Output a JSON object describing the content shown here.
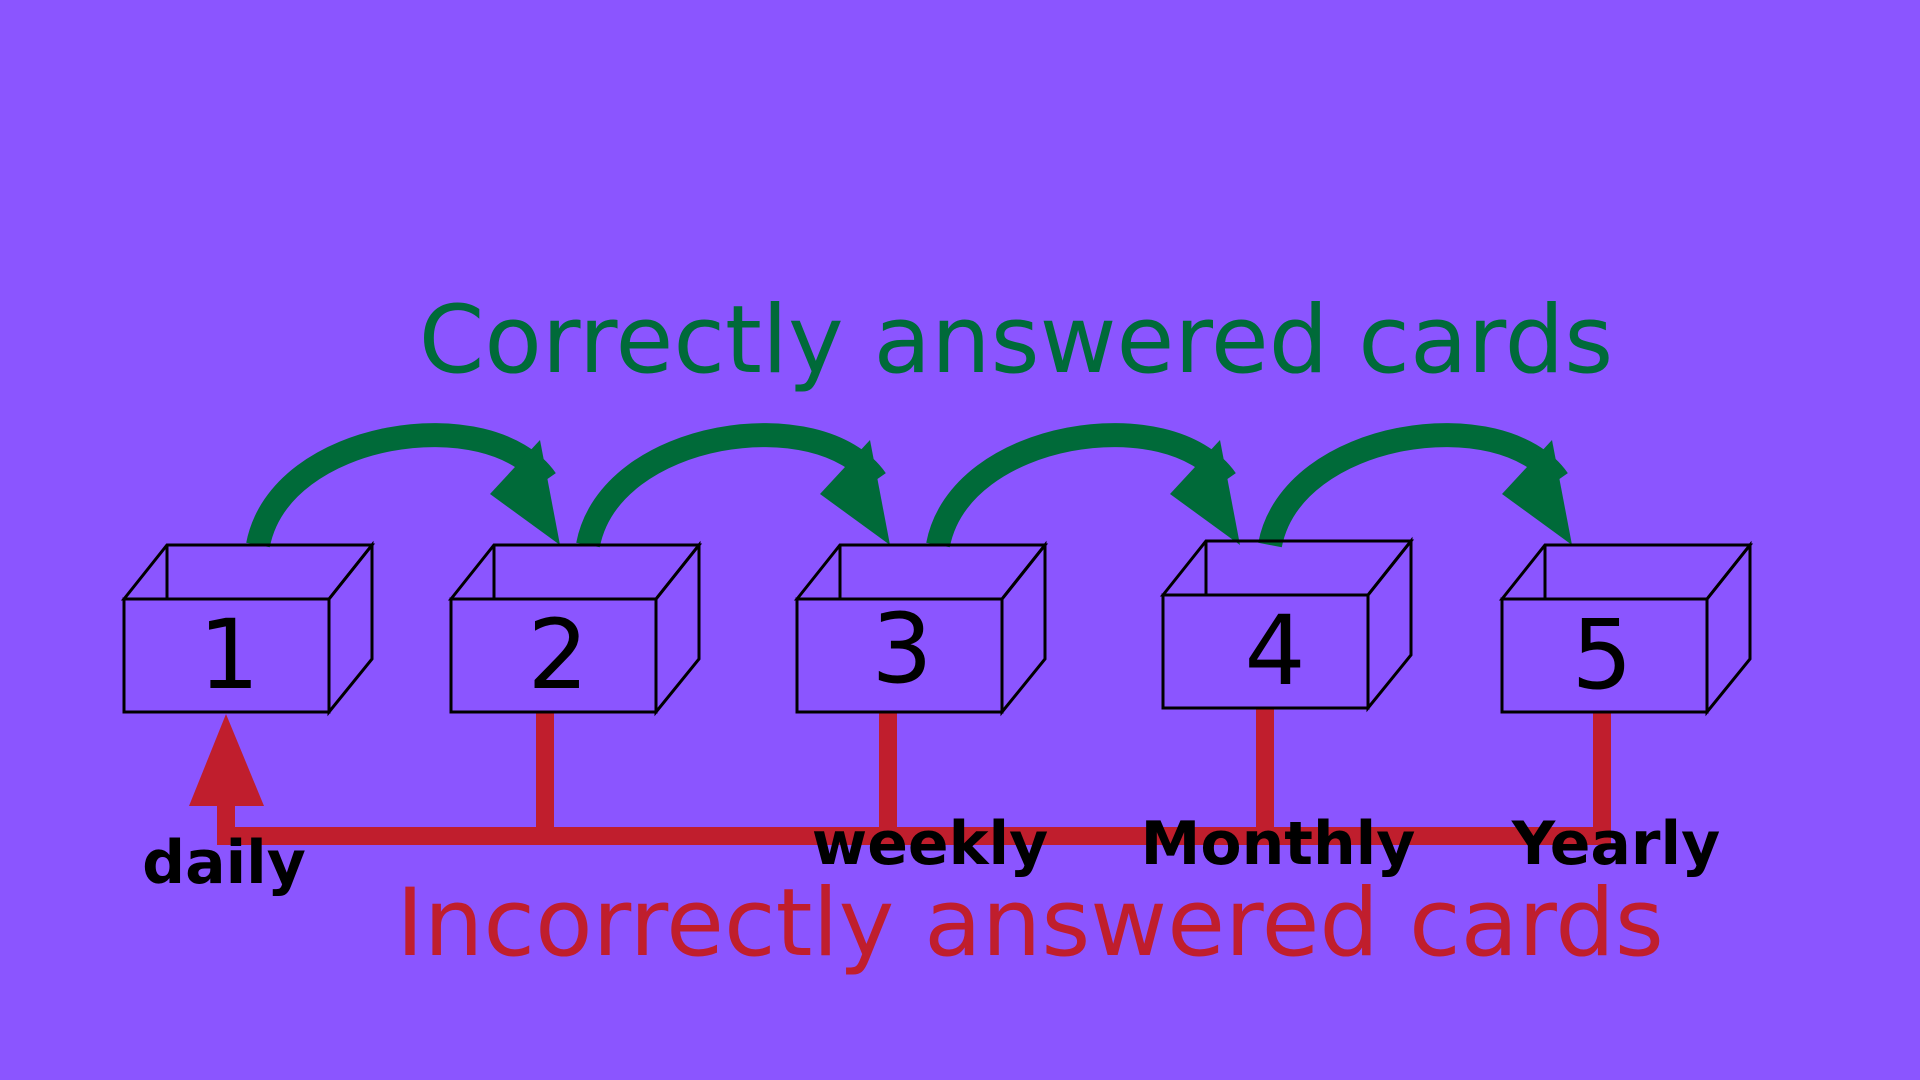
{
  "background": "#8b55ff",
  "colors": {
    "correct": "#006a39",
    "incorrect": "#c01e2d",
    "box_stroke": "#000000"
  },
  "header_correct": "Correctly answered cards",
  "header_incorrect": "Incorrectly answered cards",
  "boxes": [
    {
      "number": "1"
    },
    {
      "number": "2"
    },
    {
      "number": "3"
    },
    {
      "number": "4"
    },
    {
      "number": "5"
    }
  ],
  "frequencies": {
    "daily": "daily",
    "weekly": "weekly",
    "monthly": "Monthly",
    "yearly": "Yearly"
  }
}
